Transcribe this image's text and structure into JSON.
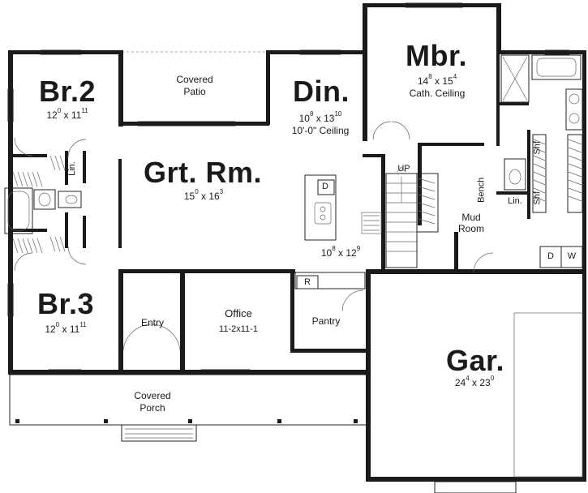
{
  "rooms": {
    "br2": {
      "name": "Br.2",
      "dims": {
        "w": "12",
        "w_sup": "0",
        "x": "x",
        "d": "11",
        "d_sup": "11"
      }
    },
    "br3": {
      "name": "Br.3",
      "dims": {
        "w": "12",
        "w_sup": "0",
        "x": "x",
        "d": "11",
        "d_sup": "11"
      }
    },
    "grt": {
      "name": "Grt. Rm.",
      "dims": {
        "w": "15",
        "w_sup": "0",
        "x": "x",
        "d": "16",
        "d_sup": "3"
      }
    },
    "din": {
      "name": "Din.",
      "dims": {
        "w": "10",
        "w_sup": "8",
        "x": "x",
        "d": "13",
        "d_sup": "10"
      },
      "note": "10'-0\" Ceiling"
    },
    "mbr": {
      "name": "Mbr.",
      "dims": {
        "w": "14",
        "w_sup": "8",
        "x": "x",
        "d": "15",
        "d_sup": "4"
      },
      "note": "Cath. Ceiling"
    },
    "kitchen": {
      "dims": {
        "w": "10",
        "w_sup": "8",
        "x": "x",
        "d": "12",
        "d_sup": "9"
      }
    },
    "gar": {
      "name": "Gar.",
      "dims": {
        "w": "24",
        "w_sup": "4",
        "x": "x",
        "d": "23",
        "d_sup": "0"
      }
    },
    "office": {
      "name": "Office",
      "dims": "11-2x11-1"
    },
    "entry": {
      "name": "Entry"
    },
    "pantry": {
      "name": "Pantry"
    },
    "patio": {
      "line1": "Covered",
      "line2": "Patio"
    },
    "porch": {
      "line1": "Covered",
      "line2": "Porch"
    },
    "mud": {
      "line1": "Mud",
      "line2": "Room"
    }
  },
  "fixtures": {
    "lin1": "Lin.",
    "lin2": "Lin.",
    "up": "UP",
    "bench": "Bench",
    "shf1": "Shf",
    "shf2": "Shf",
    "dishwasher": "D",
    "refrigerator": "R",
    "dryer": "D",
    "washer": "W"
  }
}
